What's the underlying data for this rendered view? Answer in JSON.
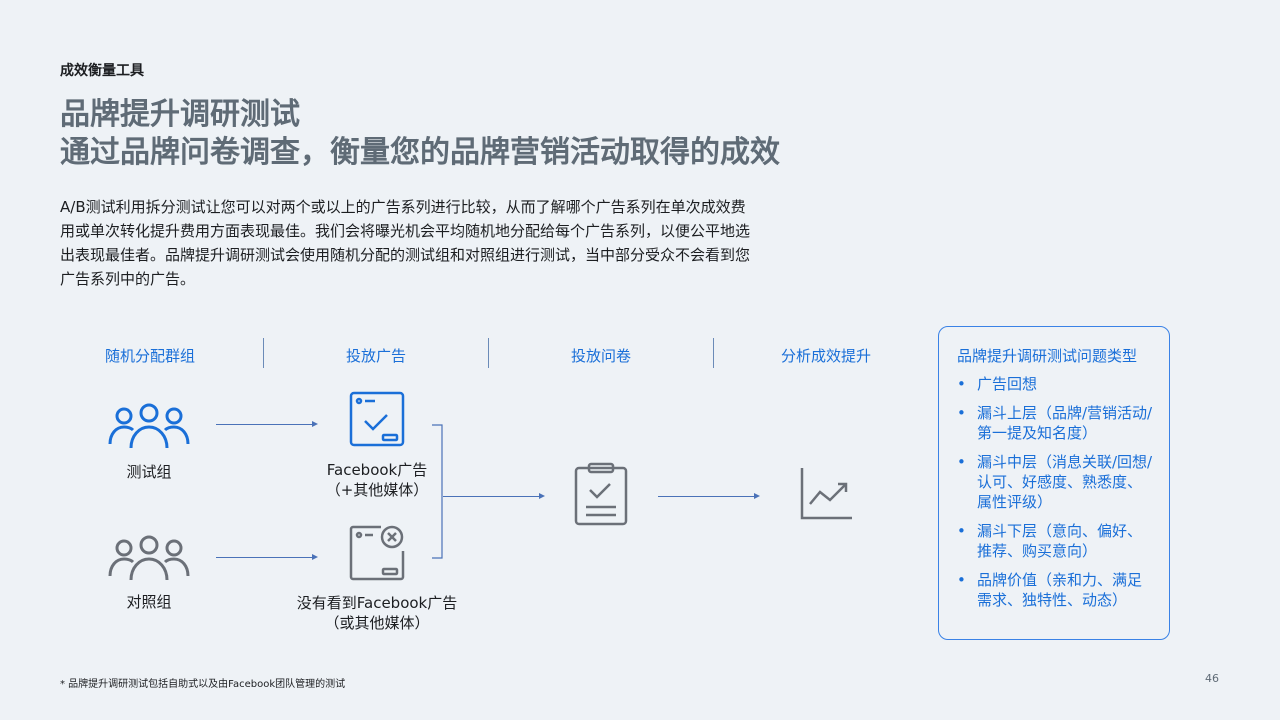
{
  "kicker": "成效衡量工具",
  "title_line1": "品牌提升调研测试",
  "title_line2": "通过品牌问卷调查，衡量您的品牌营销活动取得的成效",
  "intro": "A/B测试利用拆分测试让您可以对两个或以上的广告系列进行比较，从而了解哪个广告系列在单次成效费用或单次转化提升费用方面表现最佳。我们会将曝光机会平均随机地分配给每个广告系列，以便公平地选出表现最佳者。品牌提升调研测试会使用随机分配的测试组和对照组进行测试，当中部分受众不会看到您广告系列中的广告。",
  "steps": [
    "随机分配群组",
    "投放广告",
    "投放问卷",
    "分析成效提升"
  ],
  "groups": {
    "test": "测试组",
    "control": "对照组"
  },
  "ads": {
    "exposed_1": "Facebook广告",
    "exposed_2": "（+其他媒体）",
    "unexposed_1": "没有看到Facebook广告",
    "unexposed_2": "（或其他媒体）"
  },
  "card": {
    "title": "品牌提升调研测试问题类型",
    "items": [
      "广告回想",
      "漏斗上层（品牌/营销活动/第一提及知名度）",
      "漏斗中层（消息关联/回想/认可、好感度、熟悉度、属性评级）",
      "漏斗下层（意向、偏好、推荐、购买意向）",
      "品牌价值（亲和力、满足需求、独特性、动态）"
    ]
  },
  "footnote": "* 品牌提升调研测试包括自助式以及由Facebook团队管理的测试",
  "page_number": "46",
  "colors": {
    "accent": "#1a6fd8",
    "gray_icon": "#6b7078",
    "title": "#5f6b76"
  }
}
